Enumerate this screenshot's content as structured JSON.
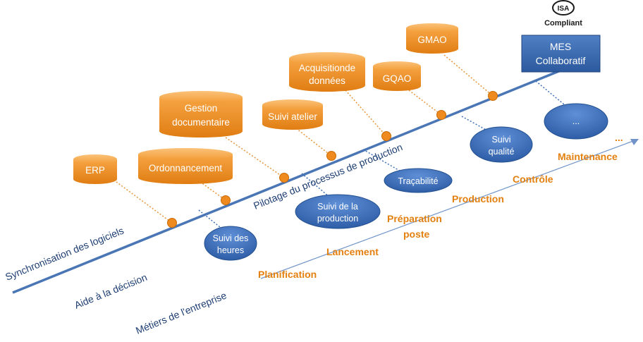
{
  "isa_logo": {
    "mark": "ISA",
    "caption": "Compliant"
  },
  "mes_box": {
    "line1": "MES",
    "line2": "Collaboratif"
  },
  "axes": {
    "synchronisation": "Synchronisation des logiciels",
    "pilotage": "Pilotage du processus de production",
    "aide": "Aide à la décision",
    "metiers": "Métiers de l'entreprise"
  },
  "software": [
    {
      "line1": "ERP",
      "line2": ""
    },
    {
      "line1": "Ordonnancement",
      "line2": ""
    },
    {
      "line1": "Gestion",
      "line2": "documentaire"
    },
    {
      "line1": "Suivi atelier",
      "line2": ""
    },
    {
      "line1": "Acquisitionde",
      "line2": "données"
    },
    {
      "line1": "GQAO",
      "line2": ""
    },
    {
      "line1": "GMAO",
      "line2": ""
    }
  ],
  "decision": [
    {
      "line1": "Suivi des",
      "line2": "heures"
    },
    {
      "line1": "Suivi de la",
      "line2": "production"
    },
    {
      "line1": "Traçabilité",
      "line2": ""
    },
    {
      "line1": "Suivi",
      "line2": "qualité"
    },
    {
      "line1": "...",
      "line2": ""
    }
  ],
  "jobs": {
    "planification": "Planification",
    "lancement": "Lancement",
    "preparation1": "Préparation",
    "preparation2": "poste",
    "production": "Production",
    "controle": "Contrôle",
    "maintenance": "Maintenance",
    "more": "..."
  },
  "colors": {
    "orange": "#f0901e",
    "orange_dark": "#d0700a",
    "blue": "#3f6fb8",
    "blue_dark": "#24508f",
    "axis": "#4a76b5"
  }
}
